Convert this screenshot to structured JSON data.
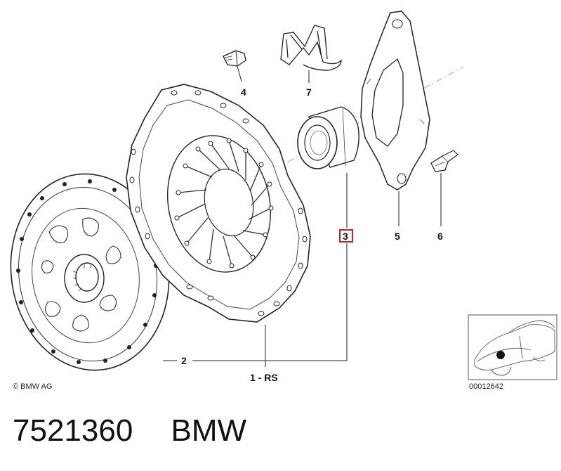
{
  "diagram": {
    "callouts": {
      "p1": "1 - RS",
      "p2": "2",
      "p3": "3",
      "p4": "4",
      "p5": "5",
      "p6": "6",
      "p7": "7"
    },
    "copyright": "© BMW AG",
    "image_number": "00012642",
    "highlight_color": "#d0202a"
  },
  "footer": {
    "part_number": "7521360",
    "brand": "BMW"
  }
}
